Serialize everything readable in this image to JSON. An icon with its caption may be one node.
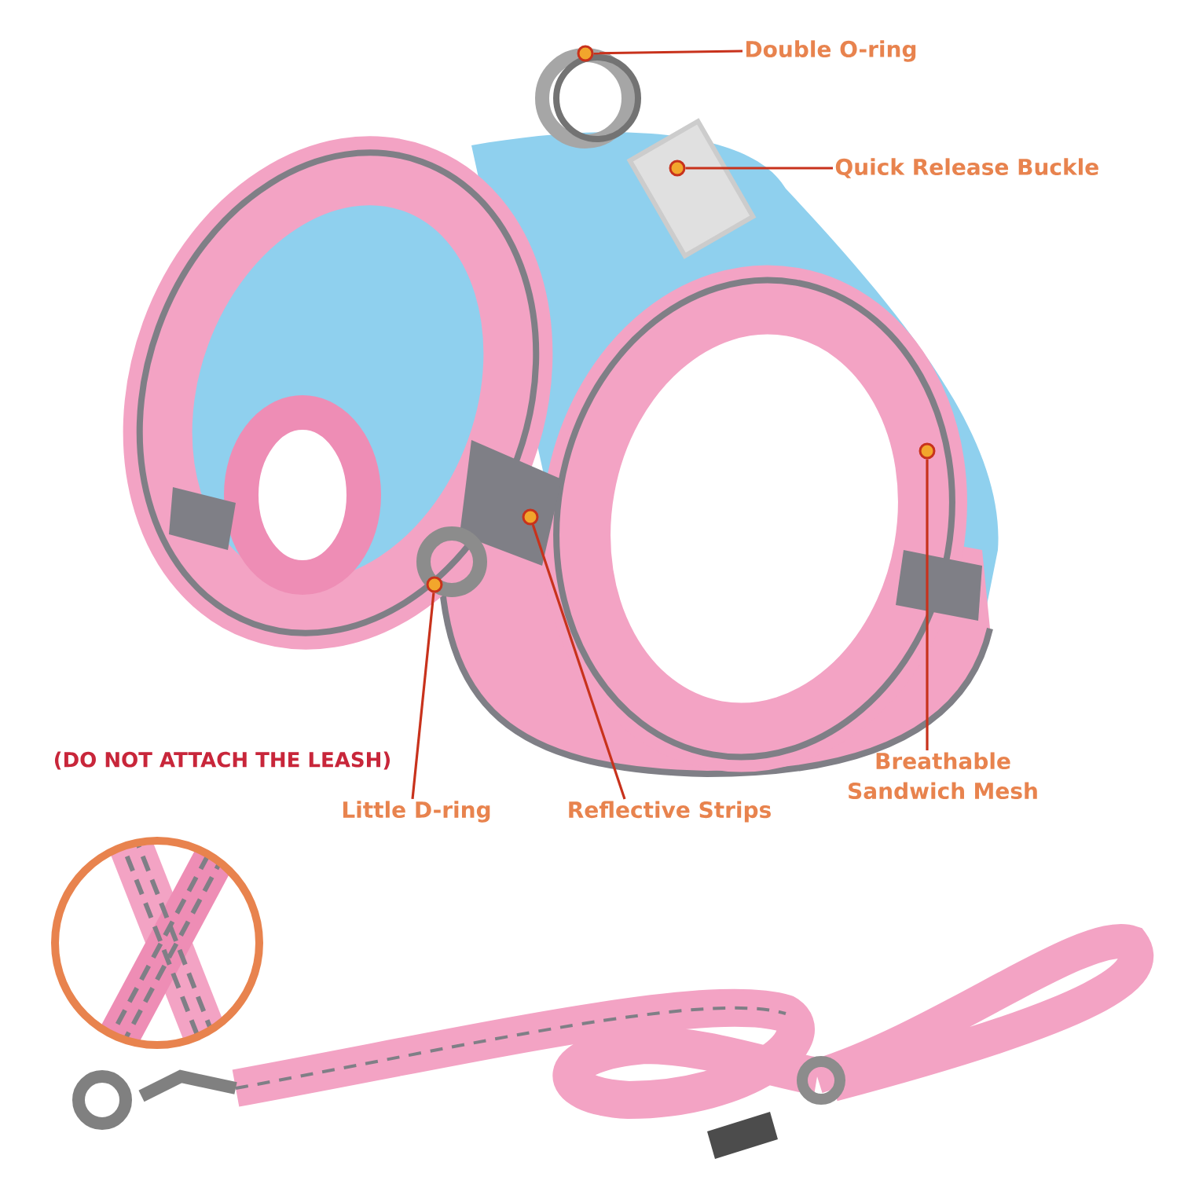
{
  "diagram": {
    "nodes": [
      {
        "text": [
          "Double O-ring"
        ]
      },
      {
        "text": [],
        "shape": "circle"
      },
      {
        "text": [
          "Quick Release Buckle"
        ]
      },
      {
        "text": [],
        "shape": "circle"
      },
      {
        "text": [
          "Breathable Sandwich Mesh"
        ]
      },
      {
        "text": [],
        "shape": "circle"
      },
      {
        "text": [
          "Reflective Strips"
        ]
      },
      {
        "text": [],
        "shape": "circle"
      },
      {
        "text": [
          "Little D-ring"
        ]
      },
      {
        "text": [],
        "shape": "circle"
      }
    ],
    "edges": [
      {
        "from": 0,
        "to": 1,
        "arrow": "none"
      },
      {
        "from": 2,
        "to": 3,
        "arrow": "none"
      },
      {
        "from": 4,
        "to": 5,
        "arrow": "none"
      },
      {
        "from": 6,
        "to": 7,
        "arrow": "none"
      },
      {
        "from": 8,
        "to": 9,
        "arrow": "none"
      }
    ],
    "labels": [
      "(DO NOT ATTACH THE LEASH)"
    ]
  }
}
